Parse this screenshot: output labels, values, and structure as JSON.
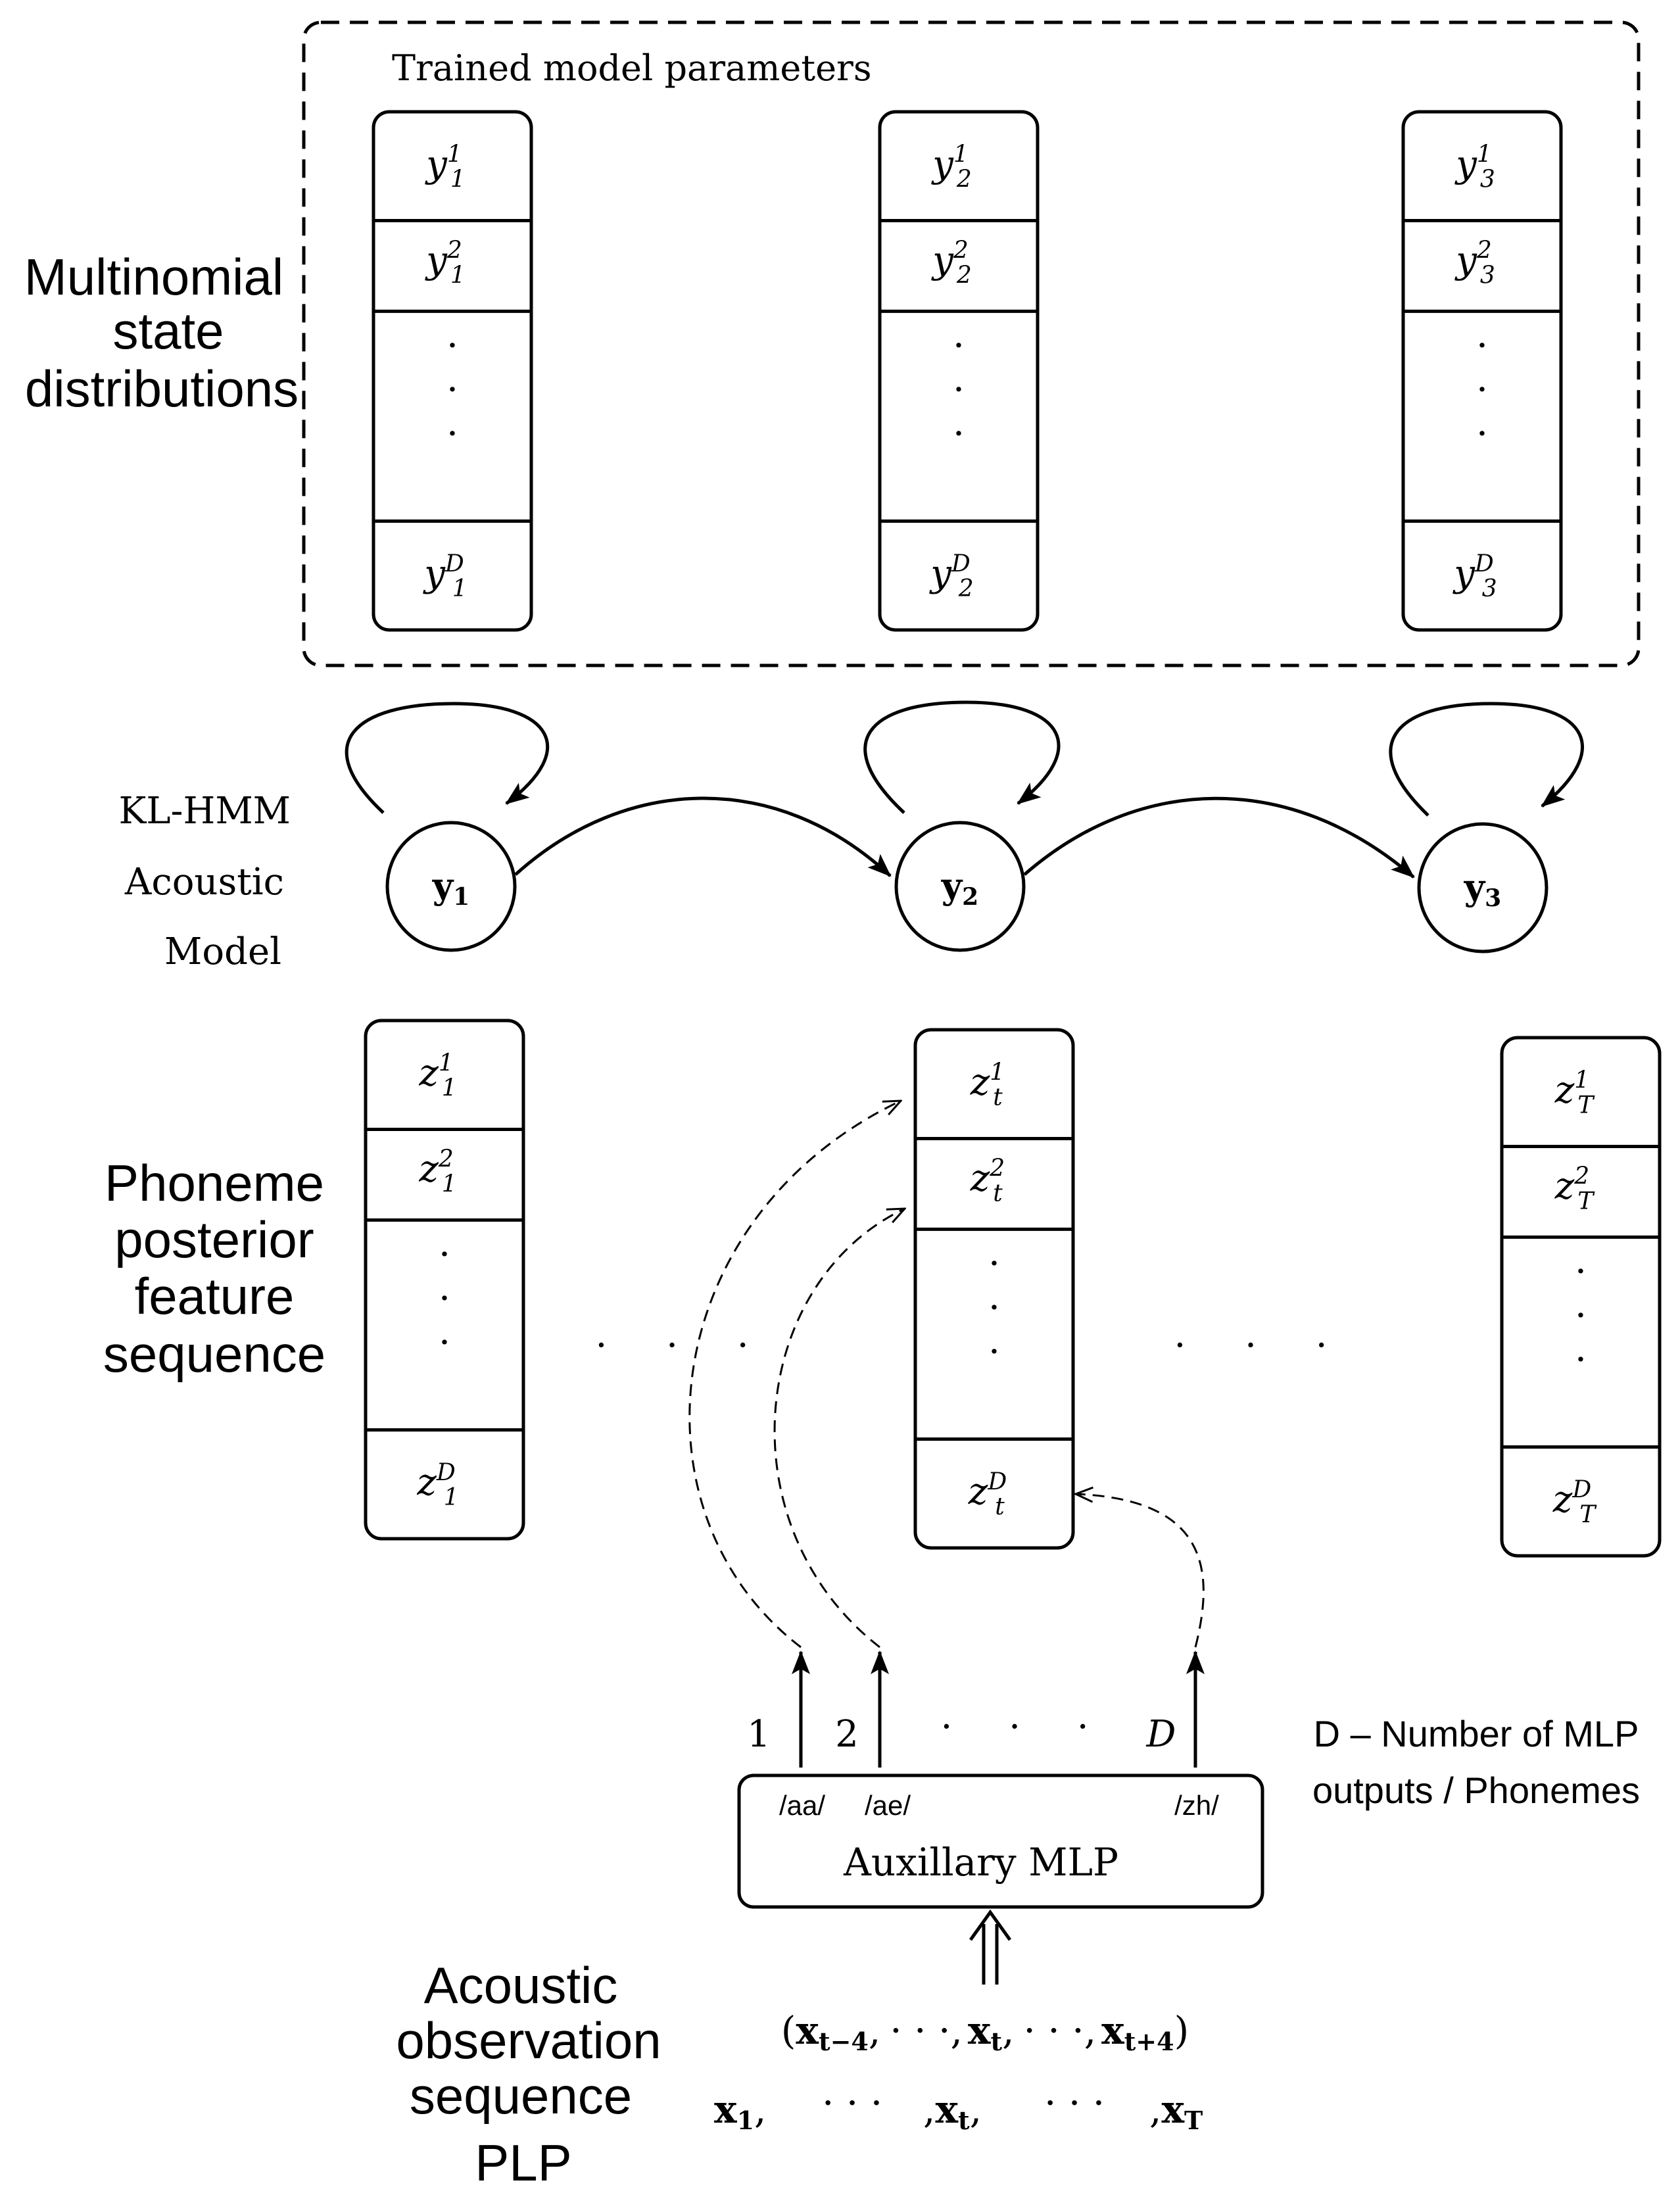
{
  "trained_box": {
    "title": "Trained model parameters"
  },
  "left_labels": {
    "multinomial": [
      "Multinomial",
      "state",
      "distributions"
    ],
    "klhmm": [
      "KL-HMM",
      "Acoustic",
      "Model"
    ],
    "phoneme": [
      "Phoneme",
      "posterior",
      "feature",
      "sequence"
    ],
    "acoustic": [
      "Acoustic",
      "observation",
      "sequence",
      "PLP"
    ]
  },
  "state_columns": [
    {
      "label": "1"
    },
    {
      "label": "2"
    },
    {
      "label": "3"
    }
  ],
  "feature_columns": [
    {
      "label": "1"
    },
    {
      "label": "t"
    },
    {
      "label": "T"
    }
  ],
  "vector_cells": {
    "superscripts": [
      "1",
      "2",
      "D"
    ],
    "dots": "·"
  },
  "states": [
    {
      "main": "y",
      "sub": "1"
    },
    {
      "main": "y",
      "sub": "2"
    },
    {
      "main": "y",
      "sub": "3"
    }
  ],
  "ellipsis": ". . .",
  "mlp": {
    "title": "Auxillary MLP",
    "outputs": [
      "/aa/",
      "/ae/",
      "/zh/"
    ],
    "indices": [
      "1",
      "2",
      "D"
    ],
    "dots": ". . .",
    "note": [
      "D – Number of MLP",
      "outputs / Phonemes"
    ]
  },
  "window": {
    "open": "(",
    "x_main": "x",
    "first_sub": "t−4",
    "mid_sub": "t",
    "last_sub": "t+4",
    "sep": ",",
    "dots": "· · ·",
    "close": ")"
  },
  "sequence": {
    "first_sub": "1",
    "mid_sub": "t",
    "last_sub": "T",
    "dots": "· · ·"
  }
}
